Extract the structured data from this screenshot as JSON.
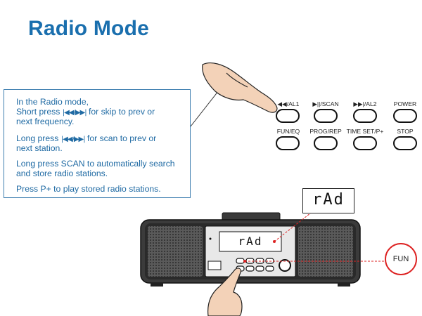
{
  "title": "Radio Mode",
  "instructions": {
    "line1": "In the Radio mode,",
    "line2_pre": "Short press",
    "line2_post": "for skip to prev or",
    "line3": "next frequency.",
    "line4_pre": "Long press",
    "line4_post": "for scan to prev or",
    "line5": "next station.",
    "line6": "Long press SCAN to automatically search",
    "line7": "and store radio stations.",
    "line8": "Press P+ to play stored radio stations.",
    "skip_glyphs": "|◀◀/▶▶|"
  },
  "buttons": {
    "row1": [
      "◀◀/AL1",
      "▶||/SCAN",
      "▶▶|/AL2",
      "POWER"
    ],
    "row2": [
      "FUN/EQ",
      "PROG/REP",
      "TIME SET/P+",
      "STOP"
    ]
  },
  "display": {
    "callout_text": "rAd",
    "screen_text": "rAd"
  },
  "fun_label": "FUN",
  "colors": {
    "title": "#1a6fae",
    "text": "#1f6aa3",
    "accent_red": "#dd2222"
  }
}
